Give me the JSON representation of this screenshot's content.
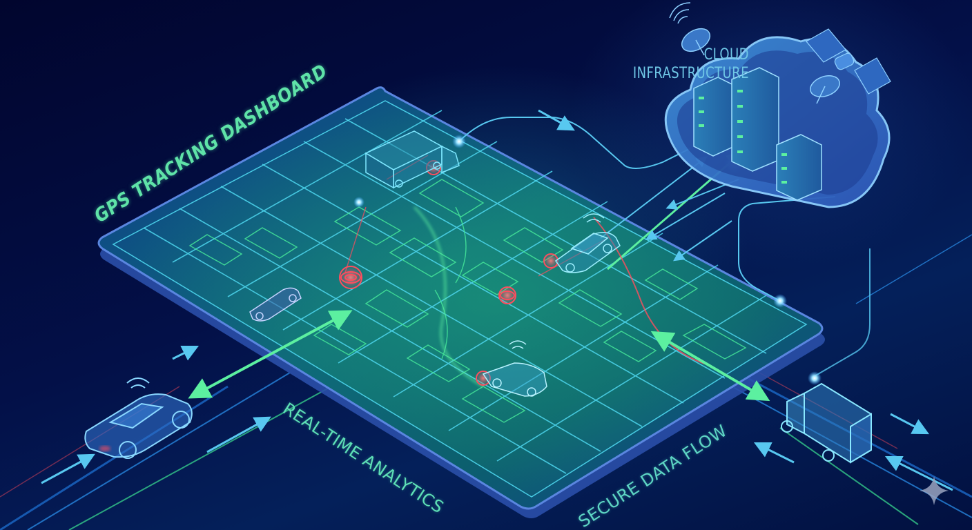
{
  "scene": {
    "title": "GPS TRACKING DASHBOARD",
    "labels": {
      "cloud_line1": "CLOUD",
      "cloud_line2": "INFRASTRUCTURE",
      "analytics": "REAL-TIME ANALYTICS",
      "secure": "SECURE DATA FLOW"
    },
    "colors": {
      "background": "#02063a",
      "title_green": "#5fe3a8",
      "map_line_cyan": "#4fd8f0",
      "map_line_green": "#46e89a",
      "alert_red": "#ff4d5e",
      "cloud_blue": "#5aa8e0",
      "arrow_cyan": "#58c8f0",
      "arrow_green": "#5cf0a0"
    },
    "objects": {
      "tablet": "gps-map-tablet",
      "cloud": "cloud-server-cluster",
      "vehicles": [
        "truck-top-left-map",
        "car-right-map",
        "car-left-map",
        "car-bottom-map",
        "car-road-left",
        "truck-road-right"
      ],
      "dishes": [
        "satellite-dish-left",
        "satellite-dish-right"
      ],
      "satellite": "orbiting-satellite"
    },
    "watermark": "sparkle-icon"
  }
}
